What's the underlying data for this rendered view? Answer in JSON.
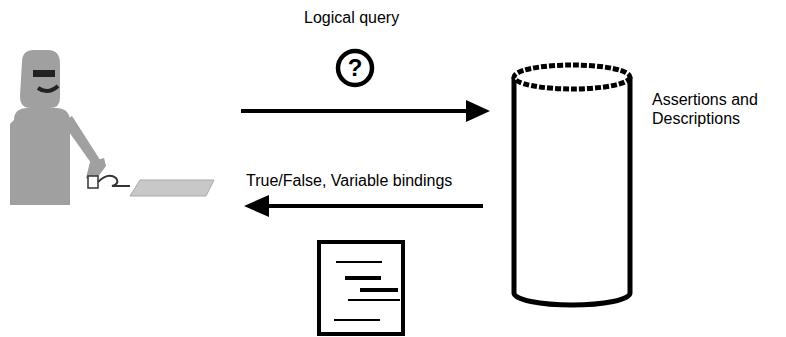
{
  "diagram": {
    "nodes": [
      {
        "text": [
          "Assertions and Descriptions"
        ]
      },
      {
        "text": [
          "?"
        ]
      }
    ],
    "labels": [
      "Logical query",
      "True/False, Variable bindings"
    ]
  }
}
